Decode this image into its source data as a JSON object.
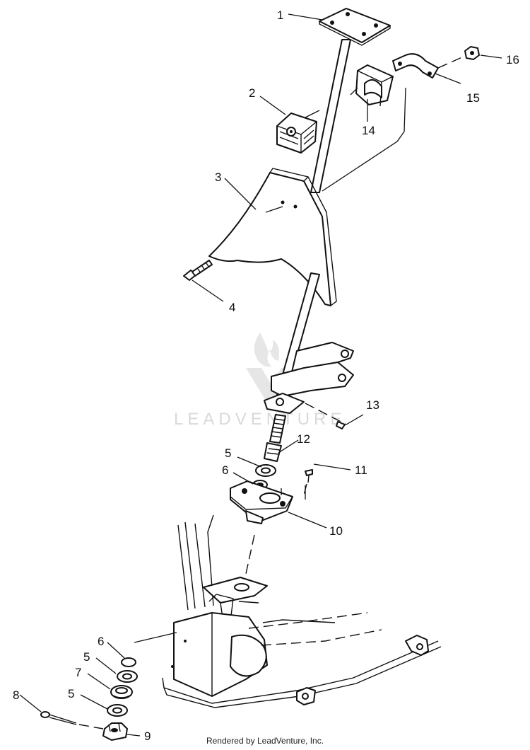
{
  "watermark": {
    "text": "LEADVENTURE"
  },
  "footer": {
    "text": "Rendered by LeadVenture, Inc."
  },
  "callouts": [
    {
      "id": "c1",
      "label": "1"
    },
    {
      "id": "c2",
      "label": "2"
    },
    {
      "id": "c3",
      "label": "3"
    },
    {
      "id": "c4",
      "label": "4"
    },
    {
      "id": "c5a",
      "label": "5"
    },
    {
      "id": "c6a",
      "label": "6"
    },
    {
      "id": "c10",
      "label": "10"
    },
    {
      "id": "c11",
      "label": "11"
    },
    {
      "id": "c12",
      "label": "12"
    },
    {
      "id": "c13",
      "label": "13"
    },
    {
      "id": "c14",
      "label": "14"
    },
    {
      "id": "c15",
      "label": "15"
    },
    {
      "id": "c16",
      "label": "16"
    },
    {
      "id": "c6b",
      "label": "6"
    },
    {
      "id": "c5b",
      "label": "5"
    },
    {
      "id": "c7",
      "label": "7"
    },
    {
      "id": "c5c",
      "label": "5"
    },
    {
      "id": "c8",
      "label": "8"
    },
    {
      "id": "c9",
      "label": "9"
    }
  ]
}
